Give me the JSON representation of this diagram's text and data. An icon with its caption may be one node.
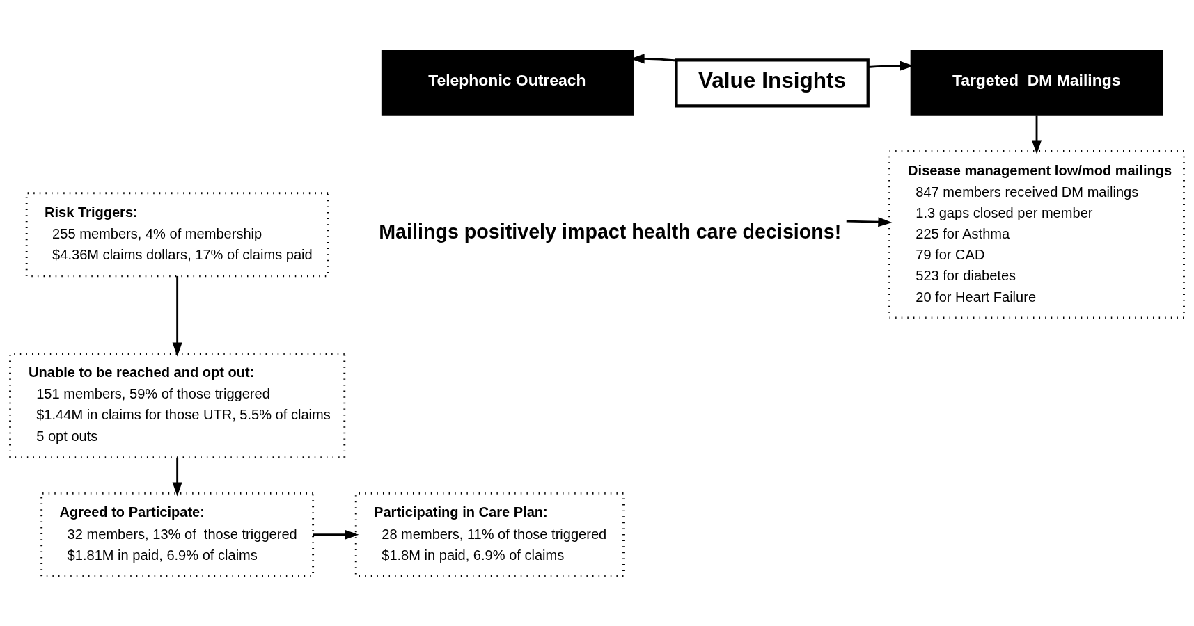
{
  "diagram": {
    "nodes": [
      {
        "text": [
          "Telephonic Outreach"
        ]
      },
      {
        "text": [
          "Value Insights"
        ]
      },
      {
        "text": [
          "Targeted  DM Mailings"
        ]
      },
      {
        "text": [
          "Risk Triggers:",
          "255 members, 4% of membership",
          "$4.36M claims dollars, 17% of claims paid"
        ]
      },
      {
        "text": [
          "Mailings positively impact health care decisions!"
        ]
      },
      {
        "text": [
          "Disease management low/mod mailings",
          "847 members received DM mailings",
          "1.3 gaps closed per member",
          "225 for Asthma",
          "79 for CAD",
          "523 for diabetes",
          "20 for Heart Failure"
        ]
      },
      {
        "text": [
          "Unable to be reached and opt out:",
          "151 members, 59% of those triggered",
          "$1.44M in claims for those UTR, 5.5% of claims",
          "5 opt outs"
        ]
      },
      {
        "text": [
          "Agreed to Participate:",
          "32 members, 13% of  those triggered",
          "$1.81M in paid, 6.9% of claims"
        ]
      },
      {
        "text": [
          "Participating in Care Plan:",
          "28 members, 11% of those triggered",
          "$1.8M in paid, 6.9% of claims"
        ]
      }
    ],
    "edges": [
      {
        "from": 1,
        "to": 0,
        "arrow": "to"
      },
      {
        "from": 1,
        "to": 2,
        "arrow": "to"
      },
      {
        "from": 2,
        "to": 5,
        "arrow": "to"
      },
      {
        "from": 4,
        "to": 5,
        "arrow": "to"
      },
      {
        "from": 3,
        "to": 6,
        "arrow": "to"
      },
      {
        "from": 6,
        "to": 7,
        "arrow": "to"
      },
      {
        "from": 7,
        "to": 8,
        "arrow": "to"
      }
    ]
  }
}
